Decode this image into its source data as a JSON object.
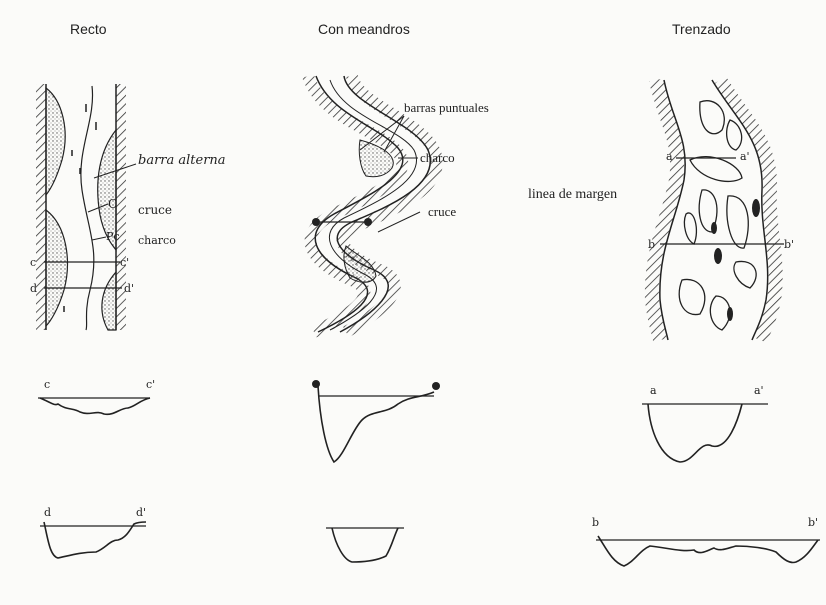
{
  "columns": {
    "straight": {
      "title": "Recto"
    },
    "meander": {
      "title": "Con meandros"
    },
    "braided": {
      "title": "Trenzado"
    }
  },
  "straight_labels": {
    "alt_bar": "barra alterna",
    "crossing_mark": "C",
    "crossing": "cruce",
    "pool_mark": "Pc",
    "pool": "charco",
    "c": "c",
    "c_prime": "c'",
    "d": "d",
    "d_prime": "d'"
  },
  "meander_labels": {
    "point_bars": "barras puntuales",
    "pool": "charco",
    "crossing": "cruce"
  },
  "braided_labels": {
    "bank_line": "linea de margen",
    "a": "a",
    "a_prime": "a'",
    "b": "b",
    "b_prime": "b'"
  },
  "sections": {
    "c_left": "c",
    "c_right": "c'",
    "d_left": "d",
    "d_right": "d'",
    "a_left": "a",
    "a_right": "a'",
    "b_left": "b",
    "b_right": "b'"
  }
}
